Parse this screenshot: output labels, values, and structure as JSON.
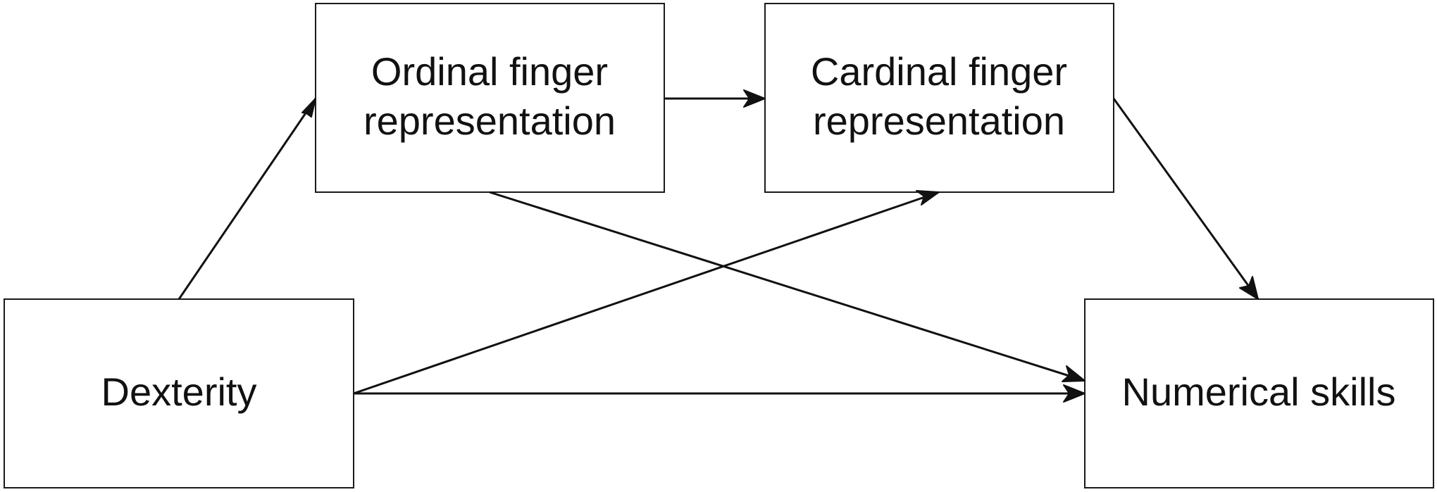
{
  "diagram": {
    "nodes": {
      "dexterity": {
        "label": "Dexterity"
      },
      "ordinal": {
        "line1": "Ordinal finger",
        "line2": "representation"
      },
      "cardinal": {
        "line1": "Cardinal finger",
        "line2": "representation"
      },
      "numerical": {
        "label": "Numerical skills"
      }
    },
    "edges": [
      {
        "from": "dexterity",
        "to": "ordinal"
      },
      {
        "from": "ordinal",
        "to": "cardinal"
      },
      {
        "from": "cardinal",
        "to": "numerical"
      },
      {
        "from": "dexterity",
        "to": "cardinal"
      },
      {
        "from": "ordinal",
        "to": "numerical"
      },
      {
        "from": "dexterity",
        "to": "numerical"
      }
    ],
    "colors": {
      "stroke": "#111111",
      "fill": "#ffffff"
    }
  }
}
